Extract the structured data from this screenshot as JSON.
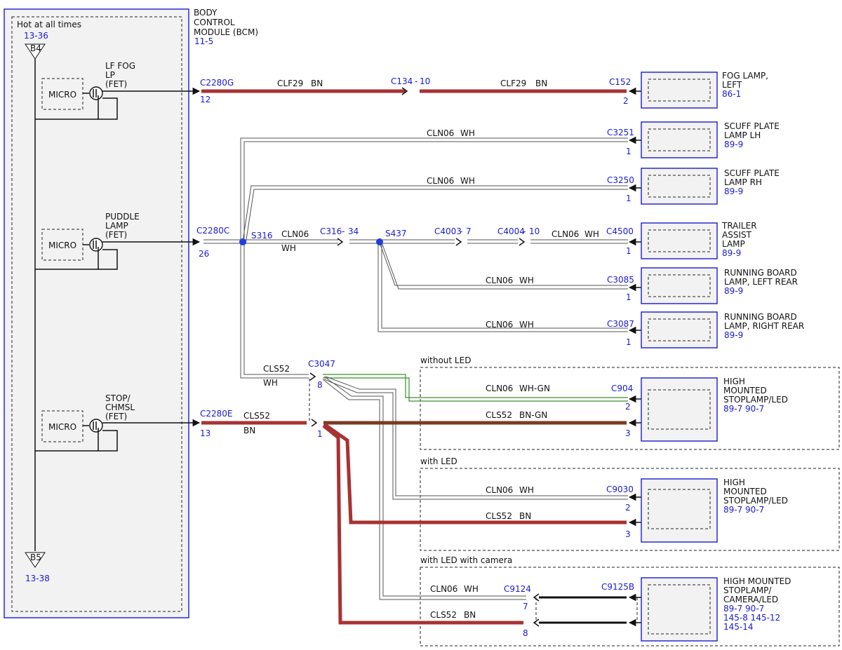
{
  "bcm": {
    "title_lines": [
      "BODY",
      "CONTROL",
      "MODULE (BCM)"
    ],
    "ref": "11-5",
    "hot_label": "Hot at all times",
    "b4": {
      "label": "B4",
      "ref": "13-36"
    },
    "b5": {
      "label": "B5",
      "ref": "13-38"
    },
    "micro_label": "MICRO",
    "outputs": [
      {
        "lines": [
          "LF FOG",
          "LP",
          "(FET)"
        ],
        "connector": "C2280G",
        "pin": "12"
      },
      {
        "lines": [
          "PUDDLE",
          "LAMP",
          "(FET)"
        ],
        "connector": "C2280C",
        "pin": "26"
      },
      {
        "lines": [
          "STOP/",
          "CHMSL",
          "(FET)"
        ],
        "connector": "C2280E",
        "pin": "13"
      }
    ]
  },
  "fog": {
    "wire1": "CLF29",
    "color1": "BN",
    "c134": "C134",
    "c134_pin": "10",
    "wire2": "CLF29",
    "color2": "BN",
    "conn": "C152",
    "pin": "2",
    "lines": [
      "FOG LAMP,",
      "LEFT"
    ],
    "ref": "86-1"
  },
  "splices": {
    "s316": "S316",
    "s437": "S437"
  },
  "puddle": {
    "seg1_wire": "CLN06",
    "seg1_color": "WH",
    "c316": "C316",
    "c316_pin": "34",
    "c4003": "C4003",
    "c4003_pin": "7",
    "c4004": "C4004",
    "c4004_pin": "10",
    "seg_tal_wire": "CLN06",
    "seg_tal_color": "WH",
    "branch_wire": "CLN06",
    "branch_color": "WH"
  },
  "loads": [
    {
      "wire": "CLN06",
      "color": "WH",
      "conn": "C3251",
      "pin": "1",
      "lines": [
        "SCUFF PLATE",
        "LAMP LH"
      ],
      "ref": "89-9"
    },
    {
      "wire": "CLN06",
      "color": "WH",
      "conn": "C3250",
      "pin": "1",
      "lines": [
        "SCUFF PLATE",
        "LAMP RH"
      ],
      "ref": "89-9"
    },
    {
      "conn": "C4500",
      "pin": "1",
      "lines": [
        "TRAILER",
        "ASSIST",
        "LAMP"
      ],
      "ref": "89-9"
    },
    {
      "wire": "CLN06",
      "color": "WH",
      "conn": "C3085",
      "pin": "1",
      "lines": [
        "RUNNING BOARD",
        "LAMP, LEFT REAR"
      ],
      "ref": "89-9"
    },
    {
      "wire": "CLN06",
      "color": "WH",
      "conn": "C3087",
      "pin": "1",
      "lines": [
        "RUNNING BOARD",
        "LAMP, RIGHT REAR"
      ],
      "ref": "89-9"
    }
  ],
  "stop": {
    "wire": "CLS52",
    "color": "BN",
    "c3047": "C3047",
    "c3047_pin_wh": "8",
    "c3047_pin_bn": "1"
  },
  "chmsl": [
    {
      "group": "without LED",
      "wh_wire": "CLN06",
      "wh_color": "WH-GN",
      "wh_conn": "C904",
      "wh_pin": "2",
      "bn_wire": "CLS52",
      "bn_color": "BN-GN",
      "bn_pin": "3",
      "lines": [
        "HIGH",
        "MOUNTED",
        "STOPLAMP/LED"
      ],
      "refs": "89-7  90-7"
    },
    {
      "group": "with LED",
      "wh_wire": "CLN06",
      "wh_color": "WH",
      "wh_conn": "C9030",
      "wh_pin": "2",
      "bn_wire": "CLS52",
      "bn_color": "BN",
      "bn_pin": "3",
      "lines": [
        "HIGH",
        "MOUNTED",
        "STOPLAMP/LED"
      ],
      "refs": "89-7  90-7"
    },
    {
      "group": "with LED with camera",
      "wh_wire": "CLN06",
      "wh_color": "WH",
      "wh_conn": "C9124",
      "wh_pin": "7",
      "bn_wire": "CLS52",
      "bn_color": "BN",
      "bn_pin": "8",
      "far_conn": "C9125B",
      "lines": [
        "HIGH MOUNTED",
        "STOPLAMP/",
        "CAMERA/LED"
      ],
      "refs": [
        "89-7  90-7",
        "145-8  145-12",
        "145-14"
      ]
    }
  ],
  "colors": {
    "brown_red": "#a83232",
    "brown": "#7a3b22",
    "green": "#3a8f2a",
    "module_border": "#2a2ad0",
    "ref_blue": "#1a1ad6"
  }
}
